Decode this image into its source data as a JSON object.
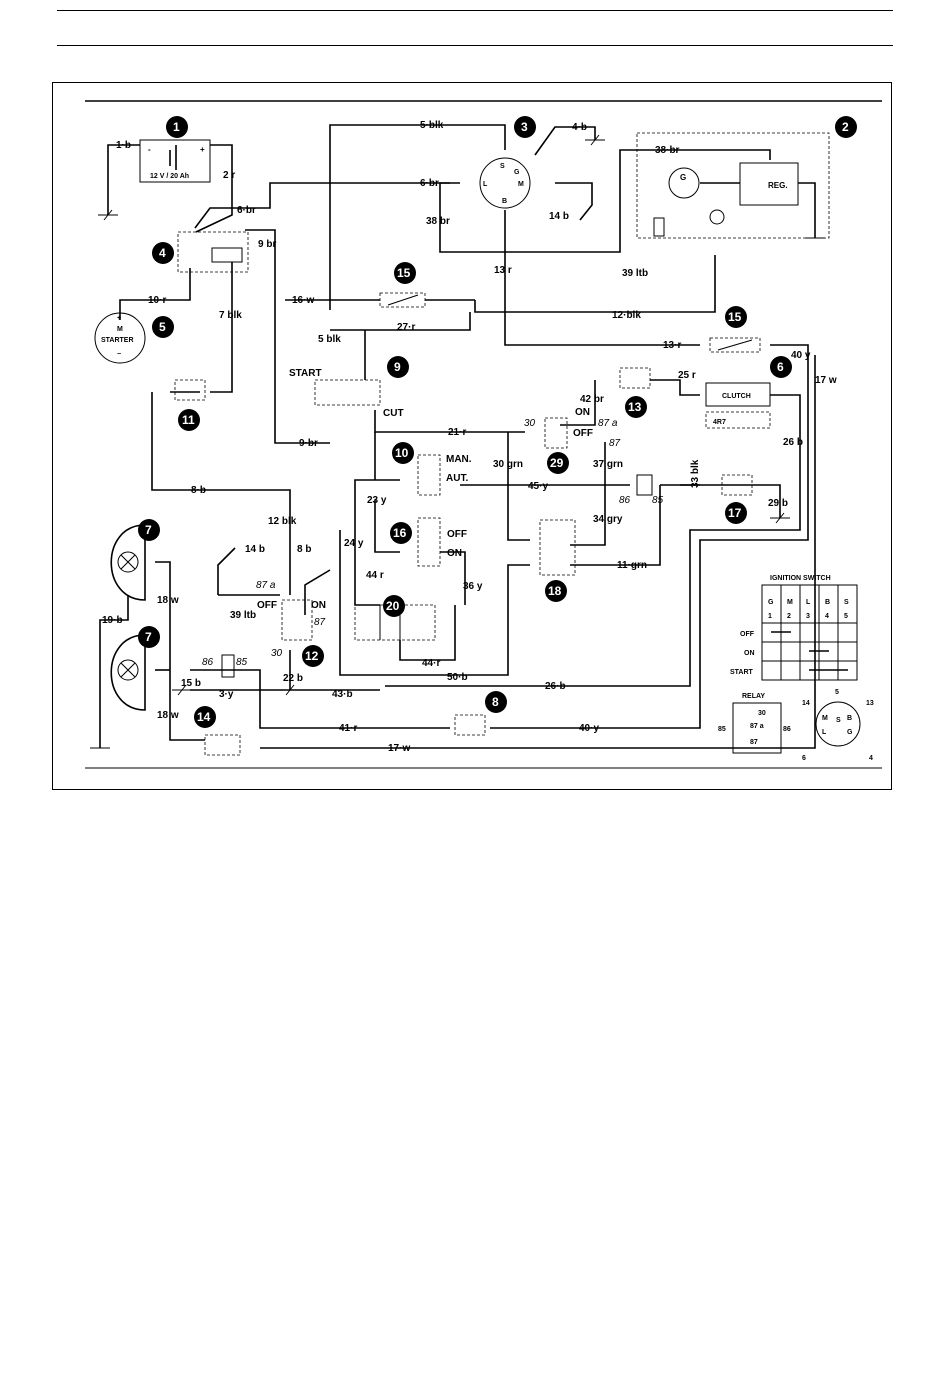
{
  "badges": [
    "1",
    "2",
    "3",
    "4",
    "5",
    "6",
    "7",
    "7",
    "8",
    "9",
    "10",
    "11",
    "12",
    "13",
    "14",
    "15",
    "15",
    "16",
    "17",
    "18",
    "20",
    "29"
  ],
  "components": {
    "battery": "12 V / 20 Ah",
    "battery_plus": "+",
    "battery_minus": "-",
    "starter_m": "M",
    "starter": "STARTER",
    "starter_plus": "+",
    "starter_minus": "−",
    "generator": "G",
    "regulator": "REG.",
    "clutch": "CLUTCH",
    "resistor": "4R7",
    "ign_terminals": [
      "S",
      "G",
      "L",
      "M",
      "B"
    ]
  },
  "wires": {
    "w1": "1·b",
    "w2": "2 r",
    "w3": "3·y",
    "w4": "4·b",
    "w5": "5·blk",
    "w5b": "5 blk",
    "w6a": "6·br",
    "w6b": "6·br",
    "w7": "7 blk",
    "w8a": "8·b",
    "w8b": "8 b",
    "w9a": "9 br",
    "w9b": "9·br",
    "w10": "10·r",
    "w11": "11·grn",
    "w12a": "12 blk",
    "w12b": "12·blk",
    "w13a": "13 r",
    "w13b": "13·r",
    "w14a": "14 b",
    "w14b": "14 b",
    "w15": "15 b",
    "w16": "16·w",
    "w17a": "17 w",
    "w17b": "17·w",
    "w18a": "18 w",
    "w18b": "18 w",
    "w19": "19·b",
    "w21": "21·r",
    "w22": "22 b",
    "w23": "23 y",
    "w24": "24 y",
    "w25": "25 r",
    "w26a": "26 b",
    "w26b": "26·b",
    "w27": "27·r",
    "w29": "29 b",
    "w30": "30 grn",
    "w33": "33 blk",
    "w34": "34 gry",
    "w36": "36 y",
    "w37": "37 grn",
    "w38a": "38·br",
    "w38b": "38 br",
    "w39a": "39 ltb",
    "w39b": "39 ltb",
    "w40a": "40 y",
    "w40b": "40·y",
    "w41": "41·r",
    "w42": "42 br",
    "w43": "43·b",
    "w44a": "44 r",
    "w44b": "44·r",
    "w45": "45·y",
    "w50": "50·b"
  },
  "switch_labels": {
    "start": "START",
    "cut": "CUT",
    "man": "MAN.",
    "aut": "AUT.",
    "off1": "OFF",
    "on1": "ON",
    "on2": "ON",
    "off2": "OFF",
    "off3": "OFF",
    "on3": "ON"
  },
  "relay_pins": {
    "r29_30": "30",
    "r29_87a": "87 a",
    "r29_87": "87",
    "r12_87a": "87 a",
    "r12_87": "87",
    "r12_30": "30",
    "r_86": "86",
    "r_85": "85",
    "r2_86": "86",
    "r2_85": "85"
  },
  "ignition_switch": {
    "title": "IGNITION SWITCH",
    "columns": [
      "G",
      "M",
      "L",
      "B",
      "S"
    ],
    "numbers": [
      "1",
      "2",
      "3",
      "4",
      "5"
    ],
    "rows": [
      "OFF",
      "ON",
      "START"
    ]
  },
  "relay_legend": {
    "title": "RELAY",
    "pins": [
      "30",
      "87 a",
      "87",
      "85",
      "86"
    ]
  },
  "connector": {
    "numbers": [
      "5",
      "14",
      "13",
      "6",
      "4"
    ],
    "letters": [
      "M",
      "S",
      "B",
      "L",
      "G"
    ]
  }
}
